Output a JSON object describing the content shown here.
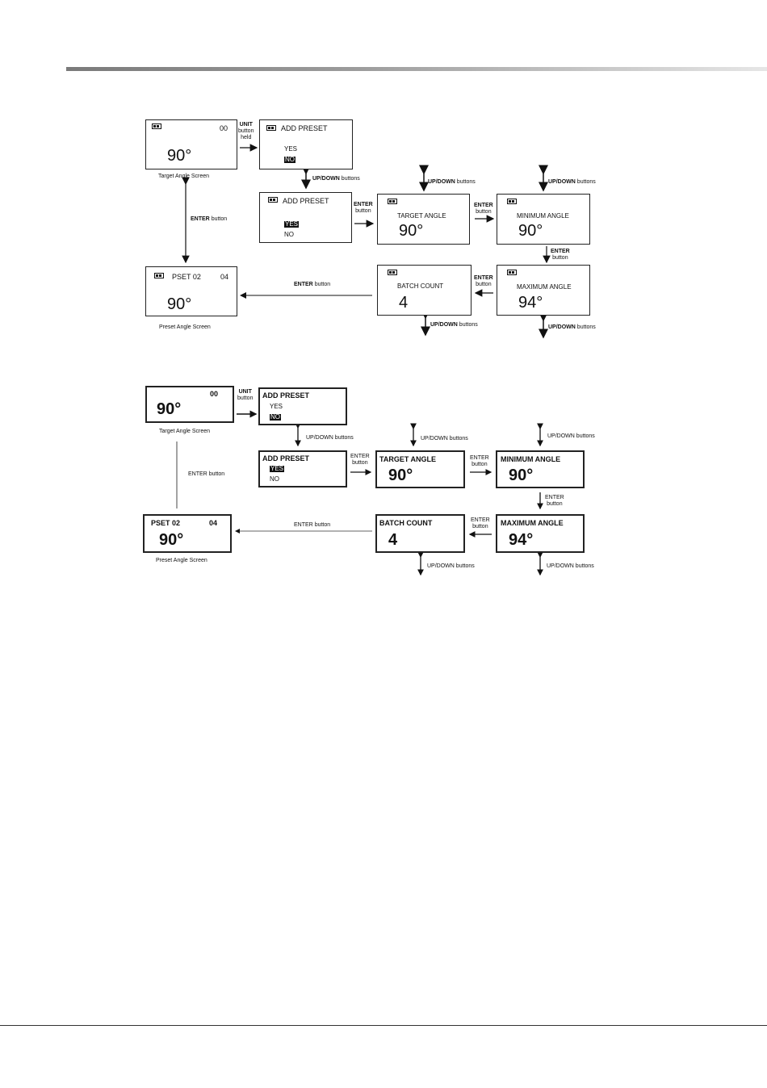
{
  "page": {
    "header_rule": true,
    "footer_rule": true
  },
  "labels": {
    "unit": "UNIT",
    "button": "button",
    "held": "held",
    "updown": "UP/DOWN",
    "buttons": "buttons",
    "enter": "ENTER",
    "enter_button": "ENTER button",
    "target_angle_screen": "Target Angle Screen",
    "preset_angle_screen": "Preset Angle Screen"
  },
  "screens": {
    "target": {
      "counter": "00",
      "value": "90°"
    },
    "add_preset_no": {
      "title": "ADD PRESET",
      "yes": "YES",
      "no": "NO"
    },
    "add_preset_yes": {
      "title": "ADD PRESET",
      "yes": "YES",
      "no": "NO"
    },
    "target_angle": {
      "title": "TARGET ANGLE",
      "value": "90°"
    },
    "minimum_angle": {
      "title": "MINIMUM ANGLE",
      "value": "90°"
    },
    "maximum_angle": {
      "title": "MAXIMUM ANGLE",
      "value": "94°"
    },
    "batch_count": {
      "title": "BATCH COUNT",
      "value": "4"
    },
    "preset": {
      "title": "PSET 02",
      "counter": "04",
      "value": "90°"
    }
  },
  "colors": {
    "ink": "#111111",
    "rule_gray": "#8a8a8a"
  }
}
